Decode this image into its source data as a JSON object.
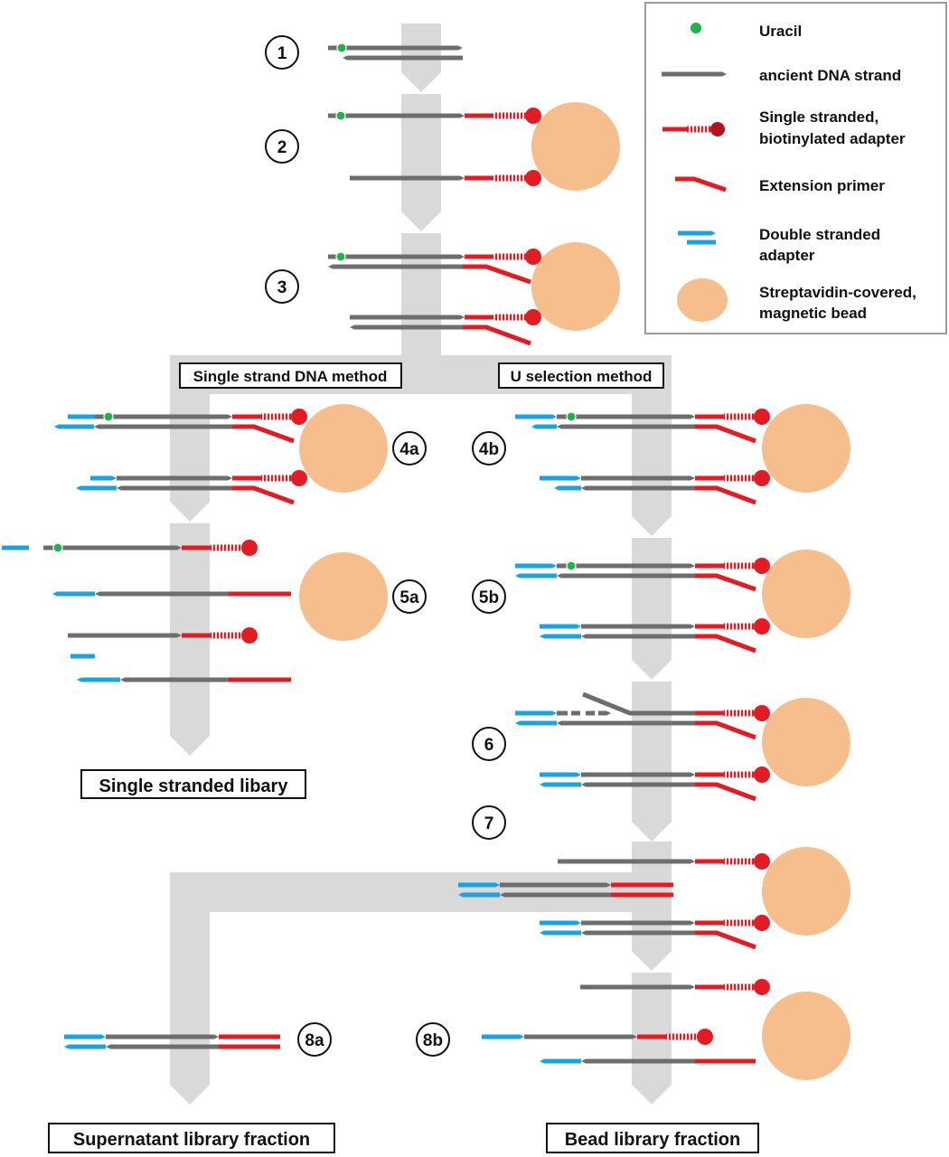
{
  "steps": {
    "s1": "1",
    "s2": "2",
    "s3": "3",
    "s4a": "4a",
    "s4b": "4b",
    "s5a": "5a",
    "s5b": "5b",
    "s6": "6",
    "s7": "7",
    "s8a": "8a",
    "s8b": "8b"
  },
  "methods": {
    "left": "Single strand DNA method",
    "right": "U selection method"
  },
  "outputs": {
    "single_stranded": "Single stranded libary",
    "supernatant": "Supernatant library fraction",
    "bead": "Bead library fraction"
  },
  "legend": {
    "uracil": "Uracil",
    "ancient": "ancient DNA strand",
    "ss_adapter_line1": "Single stranded,",
    "ss_adapter_line2": "biotinylated adapter",
    "primer": "Extension primer",
    "ds_adapter_line1": "Double stranded",
    "ds_adapter_line2": "adapter",
    "bead_line1": "Streptavidin-covered,",
    "bead_line2": "magnetic bead"
  },
  "colors": {
    "dna": "#6d6d6d",
    "adapter_red": "#e31b23",
    "adapter_blue": "#1aa3e0",
    "uracil": "#1db44c",
    "bead": "#f5be8c",
    "flow": "#d9d9d9"
  }
}
